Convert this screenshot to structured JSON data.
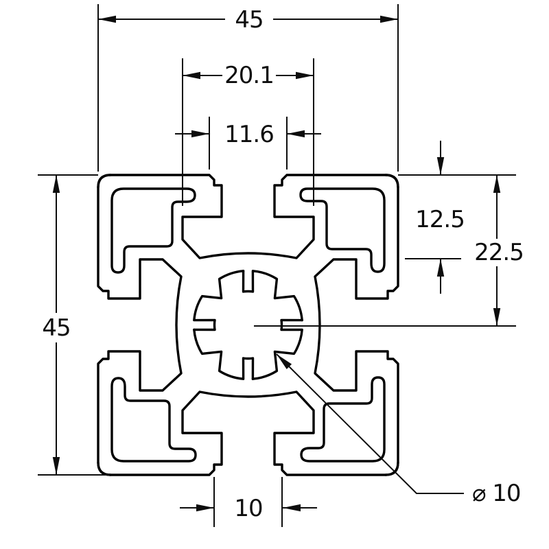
{
  "drawing": {
    "dimensions": {
      "overall_width": "45",
      "overall_height": "45",
      "t_slot_cavity_width": "20.1",
      "slot_opening_top": "11.6",
      "face_to_cavity_depth": "12.5",
      "face_to_center_depth": "22.5",
      "slot_opening_bottom": "10",
      "center_bore_diameter": "⌀ 10"
    }
  }
}
